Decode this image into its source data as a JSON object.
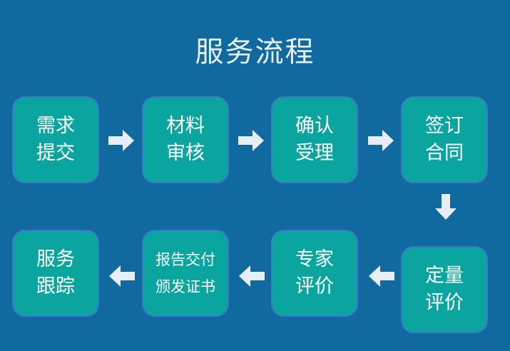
{
  "title": "服务流程",
  "steps": [
    {
      "l1": "需求",
      "l2": "提交"
    },
    {
      "l1": "材料",
      "l2": "审核"
    },
    {
      "l1": "确认",
      "l2": "受理"
    },
    {
      "l1": "签订",
      "l2": "合同"
    },
    {
      "l1": "定量",
      "l2": "评价"
    },
    {
      "l1": "专家",
      "l2": "评价"
    },
    {
      "l1": "报告交付",
      "l2": "颁发证书"
    },
    {
      "l1": "服务",
      "l2": "跟踪"
    }
  ],
  "colors": {
    "background": "#106a9f",
    "box": "#0aa59f",
    "border": "#3d79c9",
    "arrow": "#e8eef8"
  }
}
